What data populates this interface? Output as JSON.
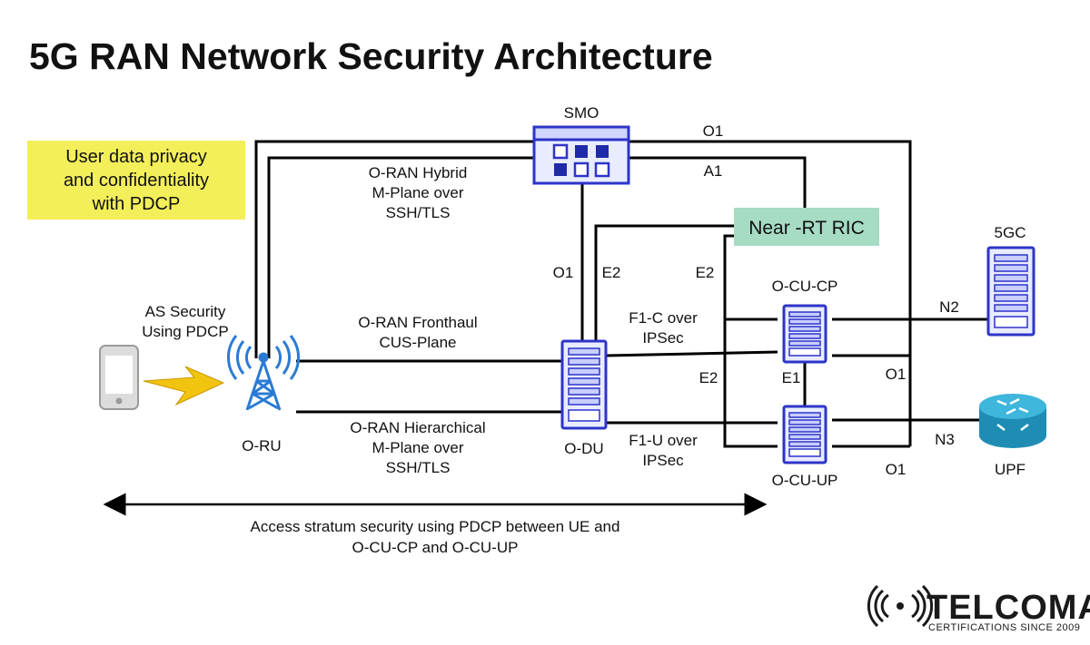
{
  "title": "5G RAN Network Security Architecture",
  "note": [
    "User data privacy",
    "and confidentiality",
    "with PDCP"
  ],
  "nodes": {
    "smo": "SMO",
    "near_rt_ric": "Near -RT RIC",
    "five_gc": "5GC",
    "o_cu_cp": "O-CU-CP",
    "o_cu_up": "O-CU-UP",
    "o_du": "O-DU",
    "o_ru": "O-RU",
    "upf": "UPF"
  },
  "interfaces": {
    "o1_top": "O1",
    "a1": "A1",
    "o1_du": "O1",
    "e2_du": "E2",
    "e2_ric": "E2",
    "e2_mid": "E2",
    "e1": "E1",
    "o1_cp": "O1",
    "o1_up": "O1",
    "n2": "N2",
    "n3": "N3"
  },
  "links": {
    "hybrid": [
      "O-RAN Hybrid",
      "M-Plane over",
      "SSH/TLS"
    ],
    "fronthaul": [
      "O-RAN Fronthaul",
      "CUS-Plane"
    ],
    "hierarchical": [
      "O-RAN Hierarchical",
      "M-Plane over",
      "SSH/TLS"
    ],
    "f1c": [
      "F1-C over",
      "IPSec"
    ],
    "f1u": [
      "F1-U over",
      "IPSec"
    ],
    "as_security": [
      "AS Security",
      "Using PDCP"
    ]
  },
  "bottom_caption": [
    "Access stratum security using PDCP between UE and",
    "O-CU-CP and O-CU-UP"
  ],
  "logo": {
    "name": "TELCOMA",
    "tagline": "CERTIFICATIONS SINCE 2009"
  },
  "colors": {
    "note_bg": "#f3ef5a",
    "ric_bg": "#a6dbc4",
    "server_border": "#2e34c8",
    "server_fill": "#e9ecff",
    "router": "#23a3c9",
    "antenna": "#2b7bd4",
    "lightning": "#f1c40f"
  },
  "icons": [
    "smartphone-icon",
    "lightning-icon",
    "antenna-tower-icon",
    "server-icon",
    "router-icon",
    "smo-grid-icon",
    "telcoma-logo"
  ]
}
